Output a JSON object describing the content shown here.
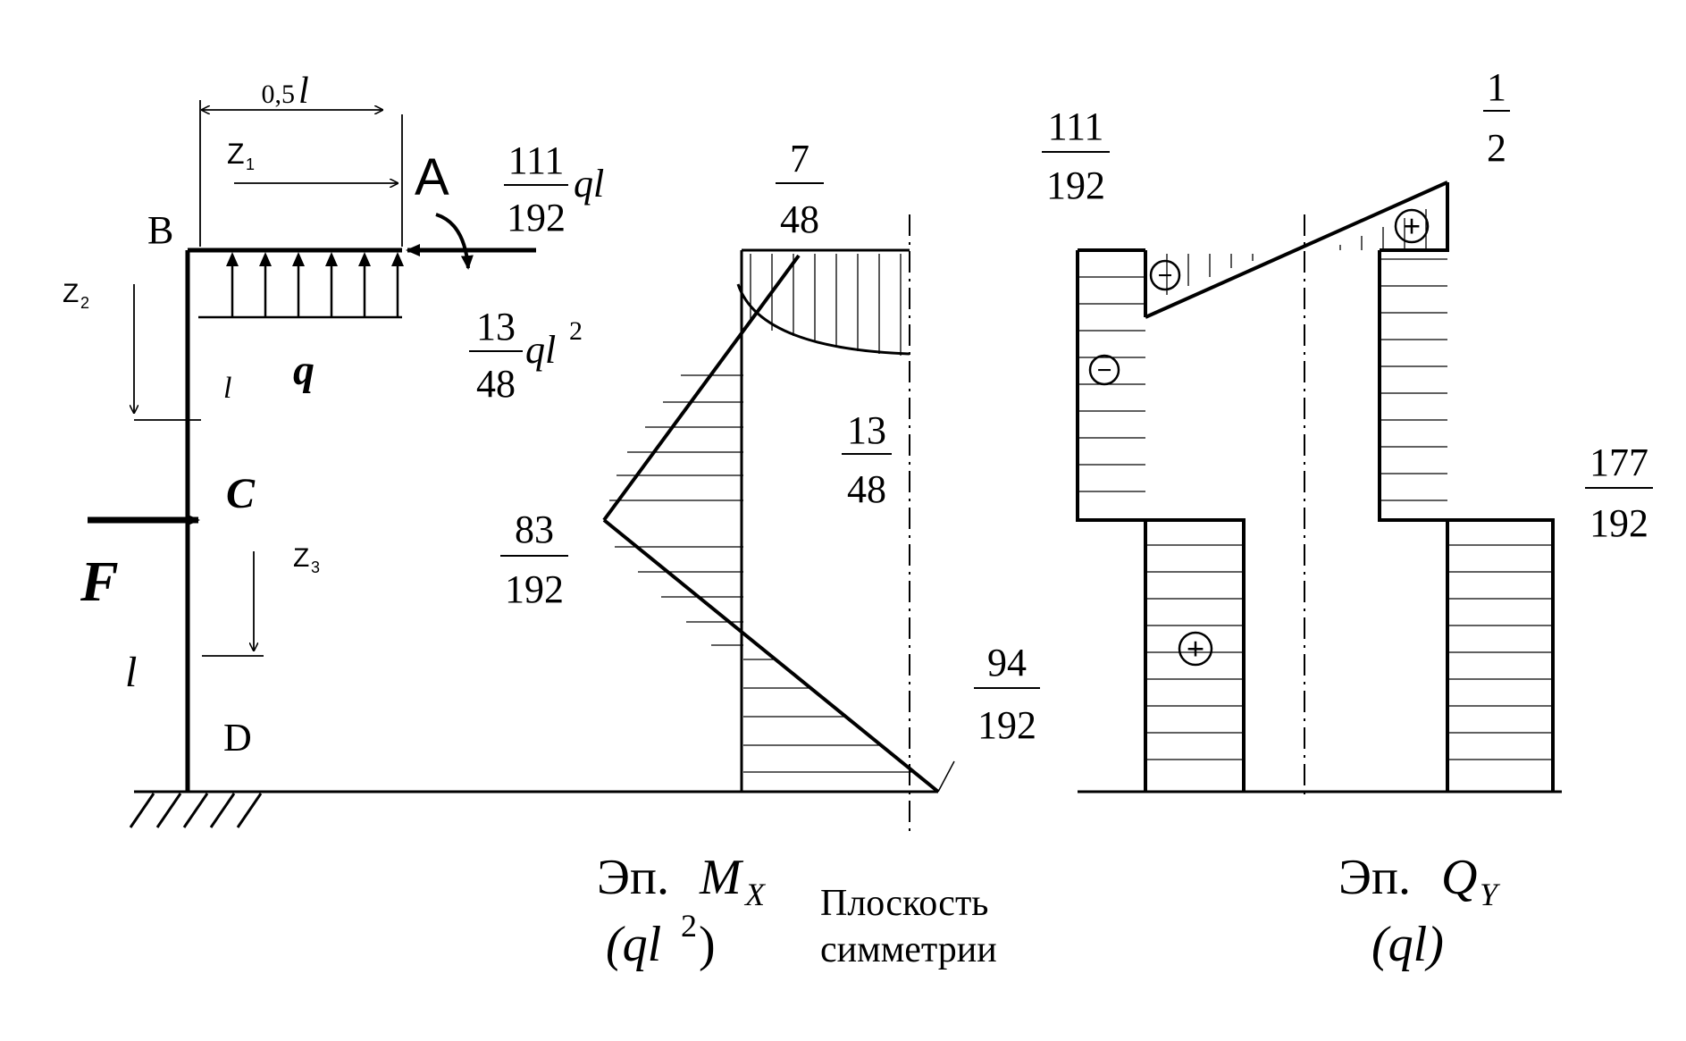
{
  "scheme": {
    "point_B": "B",
    "point_A": "A",
    "point_C": "C",
    "point_D": "D",
    "z1": "Z",
    "z1_sub": "1",
    "z2": "Z",
    "z2_sub": "2",
    "z3": "Z",
    "z3_sub": "3",
    "dim_top": "0,5",
    "dim_top_l": "l",
    "len_upper": "l",
    "len_lower": "l",
    "load_q": "q",
    "force_F": "F",
    "force_A_num": "111",
    "force_A_den": "192",
    "force_A_unit": "ql",
    "moment_A_num": "13",
    "moment_A_den": "48",
    "moment_A_unit": "ql",
    "moment_A_exp": "2"
  },
  "moment_diagram": {
    "title_prefix": "Эп.",
    "title_symbol": "M",
    "title_sub": "X",
    "units_open": "(ql",
    "units_exp": "2",
    "units_close": ")",
    "val_top_num": "7",
    "val_top_den": "48",
    "val_mid_num": "13",
    "val_mid_den": "48",
    "val_c_num": "83",
    "val_c_den": "192",
    "val_d_num": "94",
    "val_d_den": "192"
  },
  "symmetry": {
    "line1": "Плоскость",
    "line2": "симметрии"
  },
  "shear_diagram": {
    "title_prefix": "Эп.",
    "title_symbol": "Q",
    "title_sub": "Y",
    "units": "(ql)",
    "val_left_num": "111",
    "val_left_den": "192",
    "val_top_num": "1",
    "val_top_den": "2",
    "val_right_num": "177",
    "val_right_den": "192",
    "sign_minus": "−",
    "sign_plus": "+"
  }
}
